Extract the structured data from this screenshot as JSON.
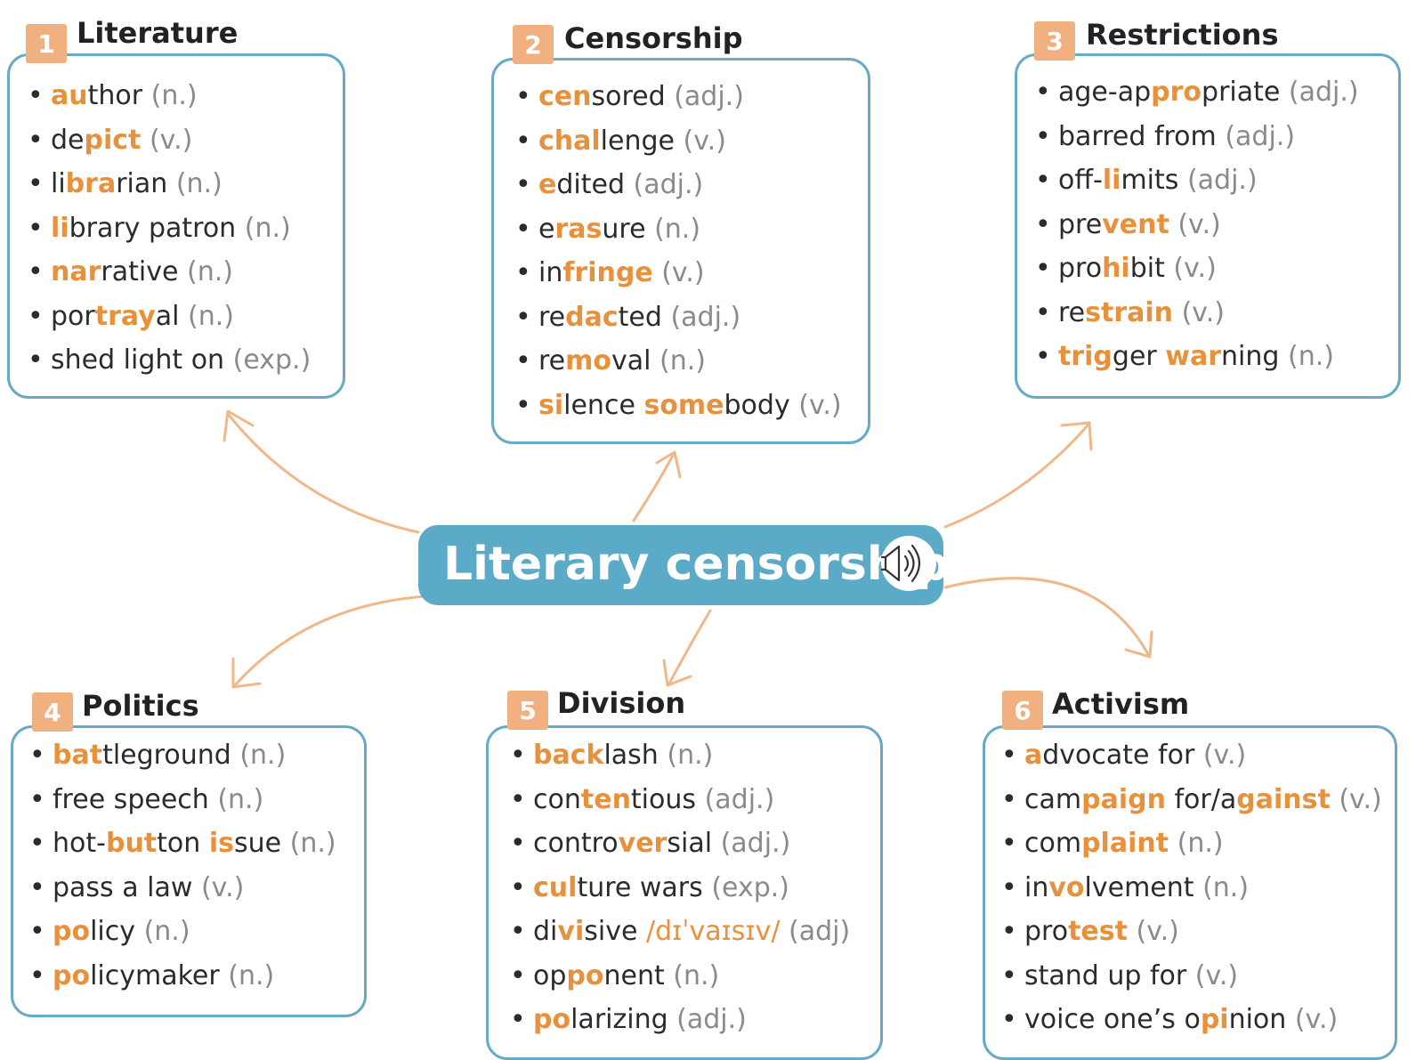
{
  "center": {
    "title": "Literary censorship",
    "audio_icon": "speaker-icon"
  },
  "colors": {
    "box_border": "#67aac4",
    "center_bg": "#5aaac8",
    "highlight": "#e8913c",
    "badge": "#f0b080",
    "arrow": "#f0b888",
    "pos": "#8a8a8a"
  },
  "categories": [
    {
      "number": "1",
      "title": "Literature",
      "items": [
        {
          "parts": [
            {
              "t": "au",
              "h": true
            },
            {
              "t": "thor"
            }
          ],
          "pos": "(n.)"
        },
        {
          "parts": [
            {
              "t": "de"
            },
            {
              "t": "pict",
              "h": true
            }
          ],
          "pos": "(v.)"
        },
        {
          "parts": [
            {
              "t": "li"
            },
            {
              "t": "bra",
              "h": true
            },
            {
              "t": "rian"
            }
          ],
          "pos": "(n.)"
        },
        {
          "parts": [
            {
              "t": "li",
              "h": true
            },
            {
              "t": "brary patron"
            }
          ],
          "pos": "(n.)"
        },
        {
          "parts": [
            {
              "t": "nar",
              "h": true
            },
            {
              "t": "rative"
            }
          ],
          "pos": "(n.)"
        },
        {
          "parts": [
            {
              "t": "por"
            },
            {
              "t": "tray",
              "h": true
            },
            {
              "t": "al"
            }
          ],
          "pos": "(n.)"
        },
        {
          "parts": [
            {
              "t": "shed light on"
            }
          ],
          "pos": "(exp.)"
        }
      ]
    },
    {
      "number": "2",
      "title": "Censorship",
      "items": [
        {
          "parts": [
            {
              "t": "cen",
              "h": true
            },
            {
              "t": "sored"
            }
          ],
          "pos": "(adj.)"
        },
        {
          "parts": [
            {
              "t": "chal",
              "h": true
            },
            {
              "t": "lenge"
            }
          ],
          "pos": "(v.)"
        },
        {
          "parts": [
            {
              "t": "e",
              "h": true
            },
            {
              "t": "dited"
            }
          ],
          "pos": "(adj.)"
        },
        {
          "parts": [
            {
              "t": "e"
            },
            {
              "t": "ras",
              "h": true
            },
            {
              "t": "ure"
            }
          ],
          "pos": "(n.)"
        },
        {
          "parts": [
            {
              "t": "in"
            },
            {
              "t": "fringe",
              "h": true
            }
          ],
          "pos": "(v.)"
        },
        {
          "parts": [
            {
              "t": "re"
            },
            {
              "t": "dac",
              "h": true
            },
            {
              "t": "ted"
            }
          ],
          "pos": "(adj.)"
        },
        {
          "parts": [
            {
              "t": "re"
            },
            {
              "t": "mo",
              "h": true
            },
            {
              "t": "val"
            }
          ],
          "pos": "(n.)"
        },
        {
          "parts": [
            {
              "t": "si",
              "h": true
            },
            {
              "t": "lence "
            },
            {
              "t": "some",
              "h": true
            },
            {
              "t": "body"
            }
          ],
          "pos": "(v.)"
        }
      ]
    },
    {
      "number": "3",
      "title": "Restrictions",
      "items": [
        {
          "parts": [
            {
              "t": "age-ap"
            },
            {
              "t": "pro",
              "h": true
            },
            {
              "t": "priate"
            }
          ],
          "pos": "(adj.)"
        },
        {
          "parts": [
            {
              "t": "barred from"
            }
          ],
          "pos": "(adj.)"
        },
        {
          "parts": [
            {
              "t": "off-"
            },
            {
              "t": "li",
              "h": true
            },
            {
              "t": "mits"
            }
          ],
          "pos": "(adj.)"
        },
        {
          "parts": [
            {
              "t": "pre"
            },
            {
              "t": "vent",
              "h": true
            }
          ],
          "pos": "(v.)"
        },
        {
          "parts": [
            {
              "t": "pro"
            },
            {
              "t": "hi",
              "h": true
            },
            {
              "t": "bit"
            }
          ],
          "pos": "(v.)"
        },
        {
          "parts": [
            {
              "t": "re"
            },
            {
              "t": "strain",
              "h": true
            }
          ],
          "pos": "(v.)"
        },
        {
          "parts": [
            {
              "t": "trig",
              "h": true
            },
            {
              "t": "ger "
            },
            {
              "t": "war",
              "h": true
            },
            {
              "t": "ning"
            }
          ],
          "pos": "(n.)"
        }
      ]
    },
    {
      "number": "4",
      "title": "Politics",
      "items": [
        {
          "parts": [
            {
              "t": "bat",
              "h": true
            },
            {
              "t": "tleground"
            }
          ],
          "pos": "(n.)"
        },
        {
          "parts": [
            {
              "t": "free speech"
            }
          ],
          "pos": "(n.)"
        },
        {
          "parts": [
            {
              "t": "hot-"
            },
            {
              "t": "but",
              "h": true
            },
            {
              "t": "ton "
            },
            {
              "t": "is",
              "h": true
            },
            {
              "t": "sue"
            }
          ],
          "pos": "(n.)"
        },
        {
          "parts": [
            {
              "t": "pass a law"
            }
          ],
          "pos": "(v.)"
        },
        {
          "parts": [
            {
              "t": "po",
              "h": true
            },
            {
              "t": "licy"
            }
          ],
          "pos": "(n.)"
        },
        {
          "parts": [
            {
              "t": "po",
              "h": true
            },
            {
              "t": "licymaker"
            }
          ],
          "pos": "(n.)"
        }
      ]
    },
    {
      "number": "5",
      "title": "Division",
      "items": [
        {
          "parts": [
            {
              "t": "back",
              "h": true
            },
            {
              "t": "lash"
            }
          ],
          "pos": "(n.)"
        },
        {
          "parts": [
            {
              "t": "con"
            },
            {
              "t": "ten",
              "h": true
            },
            {
              "t": "tious"
            }
          ],
          "pos": "(adj.)"
        },
        {
          "parts": [
            {
              "t": "contro"
            },
            {
              "t": "ver",
              "h": true
            },
            {
              "t": "sial"
            }
          ],
          "pos": "(adj.)"
        },
        {
          "parts": [
            {
              "t": "cul",
              "h": true
            },
            {
              "t": "ture wars"
            }
          ],
          "pos": "(exp.)"
        },
        {
          "parts": [
            {
              "t": "di"
            },
            {
              "t": "vi",
              "h": true
            },
            {
              "t": "sive"
            }
          ],
          "ipa": "/dɪˈvaɪsɪv/",
          "pos": "(adj)"
        },
        {
          "parts": [
            {
              "t": "op"
            },
            {
              "t": "po",
              "h": true
            },
            {
              "t": "nent"
            }
          ],
          "pos": "(n.)"
        },
        {
          "parts": [
            {
              "t": "po",
              "h": true
            },
            {
              "t": "larizing"
            }
          ],
          "pos": "(adj.)"
        }
      ]
    },
    {
      "number": "6",
      "title": "Activism",
      "items": [
        {
          "parts": [
            {
              "t": "a",
              "h": true
            },
            {
              "t": "dvocate for"
            }
          ],
          "pos": "(v.)"
        },
        {
          "parts": [
            {
              "t": "cam"
            },
            {
              "t": "paign",
              "h": true
            },
            {
              "t": " for/a"
            },
            {
              "t": "gainst",
              "h": true
            }
          ],
          "pos": "(v.)"
        },
        {
          "parts": [
            {
              "t": "com"
            },
            {
              "t": "plaint",
              "h": true
            }
          ],
          "pos": "(n.)"
        },
        {
          "parts": [
            {
              "t": "in"
            },
            {
              "t": "vo",
              "h": true
            },
            {
              "t": "lvement"
            }
          ],
          "pos": "(n.)"
        },
        {
          "parts": [
            {
              "t": "pro"
            },
            {
              "t": "test",
              "h": true
            }
          ],
          "pos": "(v.)"
        },
        {
          "parts": [
            {
              "t": "stand up for"
            }
          ],
          "pos": "(v.)"
        },
        {
          "parts": [
            {
              "t": "voice one’s o"
            },
            {
              "t": "pi",
              "h": true
            },
            {
              "t": "nion"
            }
          ],
          "pos": "(v.)"
        }
      ]
    }
  ]
}
